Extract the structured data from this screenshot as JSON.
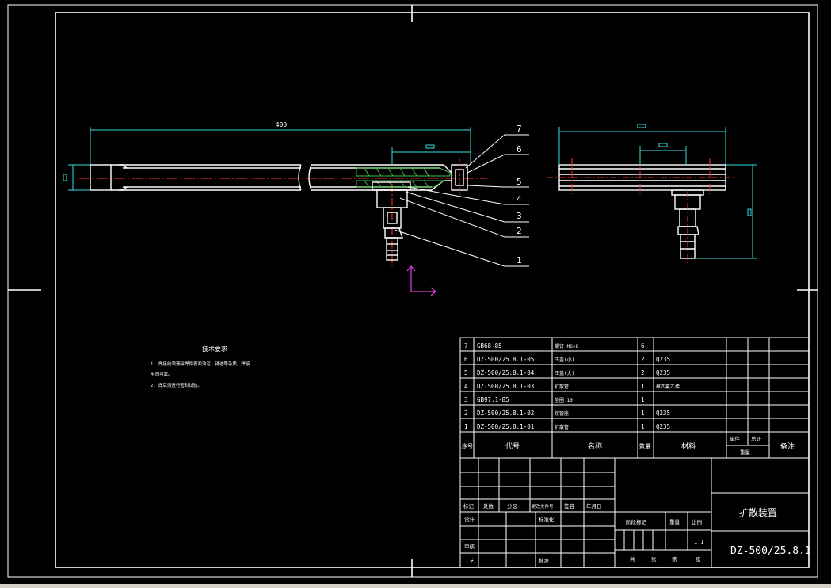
{
  "colors": {
    "background": "#000000",
    "line": "#ffffff",
    "centerline": "#ff3030",
    "dimension": "#33e0e0",
    "hatch": "#40c040",
    "ucs_icon": "#e040e0"
  },
  "drawing": {
    "overall_dimension": "400",
    "balloons": [
      "7",
      "6",
      "5",
      "4",
      "3",
      "2",
      "1"
    ]
  },
  "notes": {
    "title": "技术要求",
    "lines": [
      "1. 焊接前须清除焊件表面油污、锈迹等杂质，焊接",
      "牢固可靠。",
      "2. 焊后须进行密封试验。"
    ]
  },
  "parts_list": {
    "rows": [
      {
        "no": "7",
        "code": "GB68-85",
        "name": "螺钉 M6×8",
        "qty": "6",
        "material": ""
      },
      {
        "no": "6",
        "code": "DZ-500/25.8.1-05",
        "name": "压盖(小)",
        "qty": "2",
        "material": "Q235"
      },
      {
        "no": "5",
        "code": "DZ-500/25.8.1-04",
        "name": "压盖(大)",
        "qty": "2",
        "material": "Q235"
      },
      {
        "no": "4",
        "code": "DZ-500/25.8.1-03",
        "name": "扩散管",
        "qty": "1",
        "material": "聚四氟乙烯"
      },
      {
        "no": "3",
        "code": "GB97.1-85",
        "name": "垫圈 10",
        "qty": "1",
        "material": ""
      },
      {
        "no": "2",
        "code": "DZ-500/25.8.1-02",
        "name": "接管座",
        "qty": "1",
        "material": "Q235"
      },
      {
        "no": "1",
        "code": "DZ-500/25.8.1-01",
        "name": "扩散管",
        "qty": "1",
        "material": "Q235"
      }
    ],
    "header": {
      "no": "序号",
      "code": "代号",
      "name": "名称",
      "qty": "数量",
      "material": "材料",
      "unit_weight": "单件",
      "total_weight": "总计",
      "weight": "重量",
      "remark": "备注"
    }
  },
  "title_block": {
    "revision_labels": [
      "标记",
      "处数",
      "分区",
      "更改文件号",
      "签名",
      "年月日"
    ],
    "design": "设计",
    "standardize": "标准化",
    "review": "审核",
    "process": "工艺",
    "approve": "批准",
    "stage_mark": "阶段标记",
    "weight": "重量",
    "scale": "比例",
    "scale_value": "1:1",
    "sheets": [
      "共",
      "张",
      "第",
      "张"
    ],
    "drawing_name": "扩散装置",
    "drawing_number": "DZ-500/25.8.1"
  }
}
